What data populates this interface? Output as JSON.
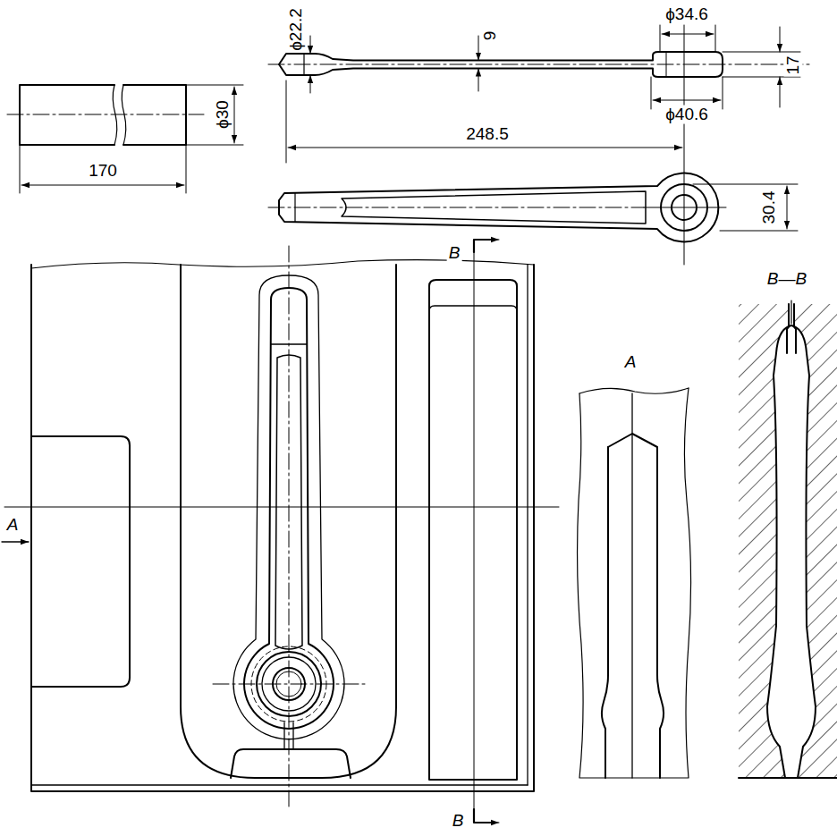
{
  "diagram": {
    "labels": [
      "170",
      "ϕ30",
      "ϕ22.2",
      "9",
      "ϕ34.6",
      "17",
      "ϕ40.6",
      "248.5",
      "30.4",
      "B",
      "B",
      "A",
      "A",
      "B—B"
    ]
  }
}
